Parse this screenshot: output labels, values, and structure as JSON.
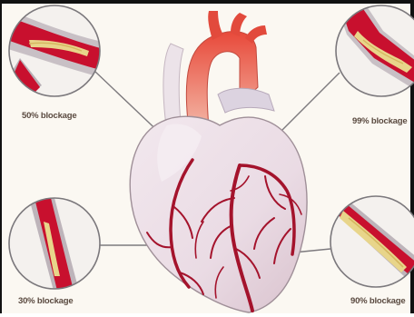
{
  "labels": {
    "top_left": "50% blockage",
    "top_right": "99% blockage",
    "bottom_left": "30% blockage",
    "bottom_right": "90% blockage"
  },
  "colors": {
    "artery_red": "#c8102e",
    "plaque_yellow": "#e8d58a",
    "vessel_wall": "#b9b0b6",
    "heart_fill": "#e9dde6",
    "aorta_red": "#e24a3c"
  }
}
